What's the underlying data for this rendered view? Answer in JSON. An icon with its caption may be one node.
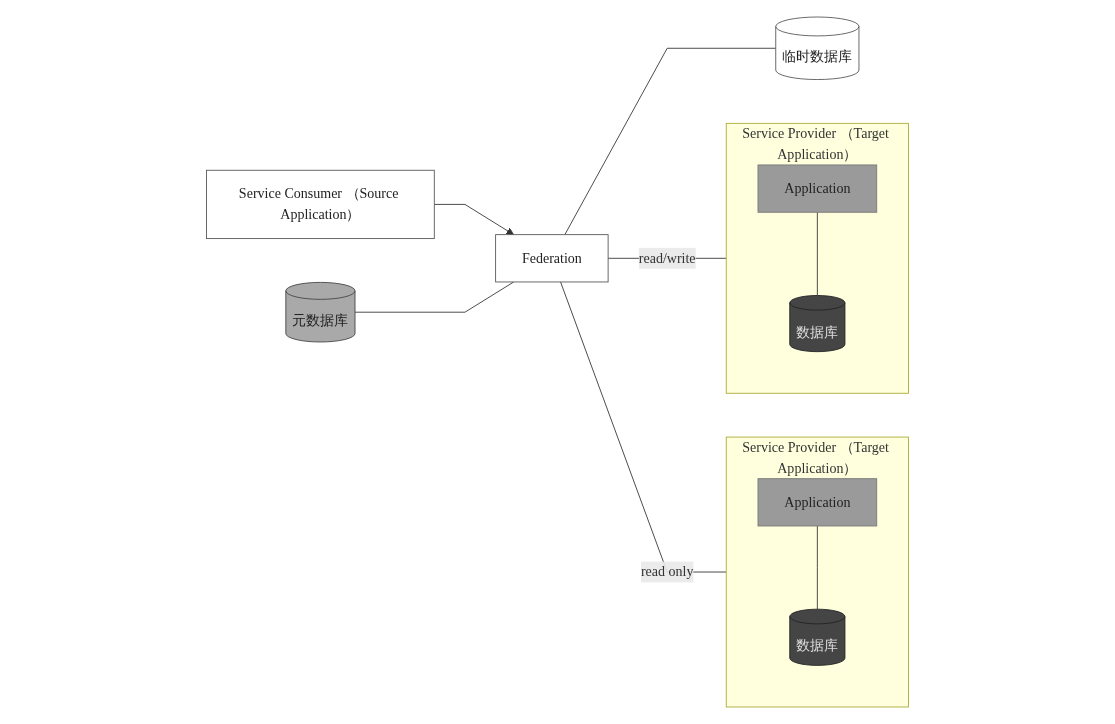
{
  "diagram": {
    "nodes": [
      {
        "text": [
          "Service Consumer （Source Application）"
        ]
      },
      {
        "text": [
          "Federation"
        ]
      },
      {
        "text": [
          "元数据库"
        ]
      },
      {
        "text": [
          "临时数据库"
        ]
      },
      {
        "text": [
          "Service Provider （Target Application）"
        ]
      },
      {
        "text": [
          "Application"
        ],
        "in": 4
      },
      {
        "text": [
          "数据库"
        ],
        "in": 4
      },
      {
        "text": [
          "Service Provider （Target Application）"
        ]
      },
      {
        "text": [
          "Application"
        ],
        "in": 7
      },
      {
        "text": [
          "数据库"
        ],
        "in": 7
      }
    ],
    "edges": [
      {
        "from": 0,
        "to": 1,
        "arrow": "to"
      },
      {
        "from": 2,
        "to": 1,
        "arrow": "none"
      },
      {
        "from": 1,
        "to": 3,
        "arrow": "none"
      },
      {
        "from": 1,
        "to": 4,
        "arrow": "none",
        "label": "read/write"
      },
      {
        "from": 1,
        "to": 7,
        "arrow": "none",
        "label": "read only"
      },
      {
        "from": 5,
        "to": 6,
        "arrow": "none"
      },
      {
        "from": 8,
        "to": 9,
        "arrow": "none"
      }
    ]
  }
}
